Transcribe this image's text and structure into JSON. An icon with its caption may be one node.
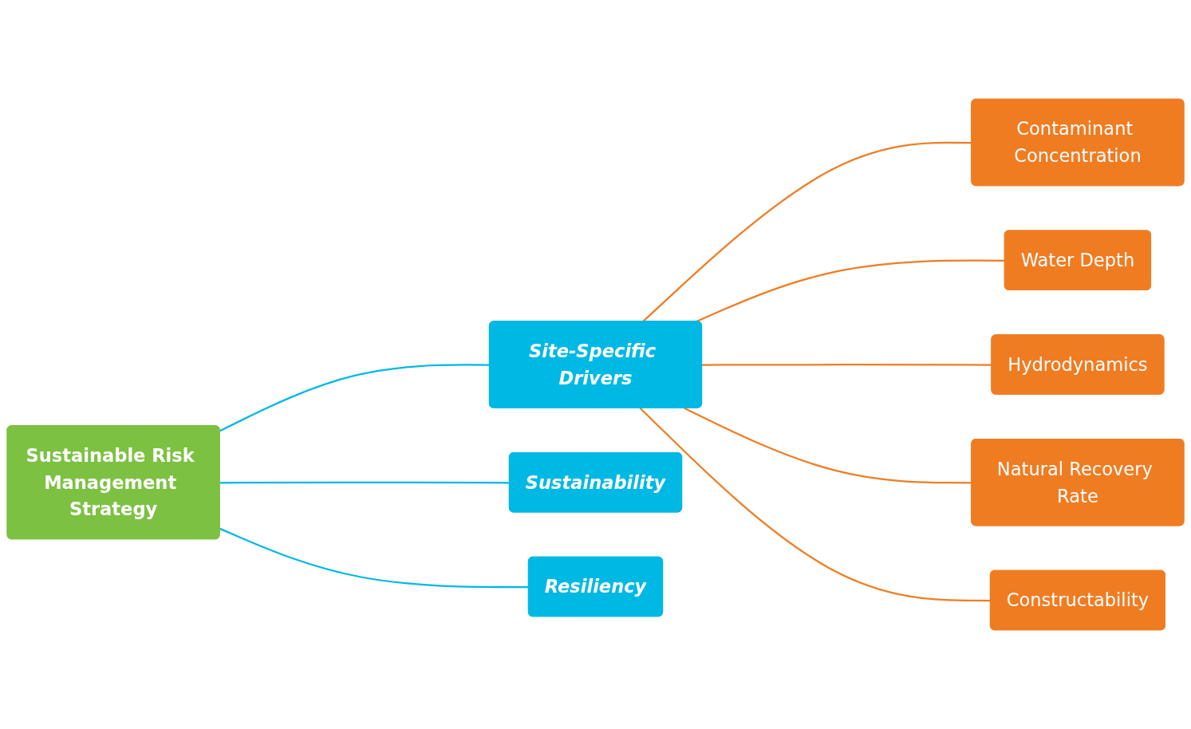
{
  "diagram": {
    "nodes": [
      {
        "text": [
          "Sustainable Risk Management Strategy"
        ]
      },
      {
        "text": [
          "Site-Specific Drivers"
        ]
      },
      {
        "text": [
          "Sustainability"
        ]
      },
      {
        "text": [
          "Resiliency"
        ]
      },
      {
        "text": [
          "Contaminant Concentration"
        ]
      },
      {
        "text": [
          "Water Depth"
        ]
      },
      {
        "text": [
          "Hydrodynamics"
        ]
      },
      {
        "text": [
          "Natural Recovery Rate"
        ]
      },
      {
        "text": [
          "Constructability"
        ]
      }
    ],
    "edges": [
      {
        "from": 0,
        "to": 1,
        "arrow": "none",
        "color": "#00b8e4"
      },
      {
        "from": 0,
        "to": 2,
        "arrow": "none",
        "color": "#00b8e4"
      },
      {
        "from": 0,
        "to": 3,
        "arrow": "none",
        "color": "#00b8e4"
      },
      {
        "from": 1,
        "to": 4,
        "arrow": "none"
      },
      {
        "from": 1,
        "to": 5,
        "arrow": "none"
      },
      {
        "from": 1,
        "to": 6,
        "arrow": "none"
      },
      {
        "from": 1,
        "to": 7,
        "arrow": "none"
      },
      {
        "from": 1,
        "to": 8,
        "arrow": "none"
      }
    ]
  }
}
